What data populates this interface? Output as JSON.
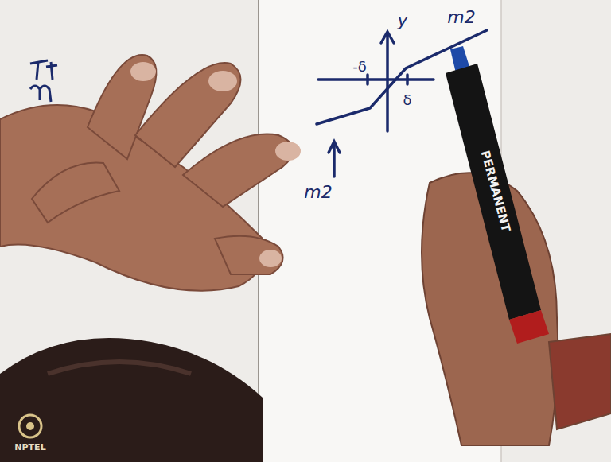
{
  "diagram": {
    "labels": [
      "y",
      "-δ",
      "δ",
      "m2",
      "m2",
      "PERMANENT",
      "NPTEL"
    ]
  }
}
